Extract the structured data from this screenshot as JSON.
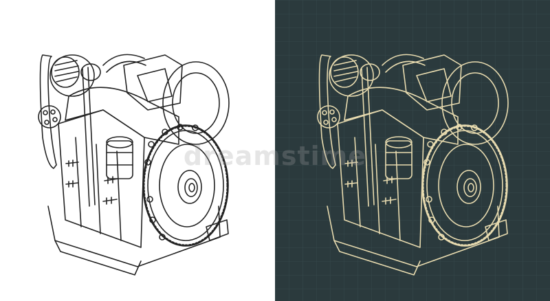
{
  "colors": {
    "left_background": "#ffffff",
    "left_stroke": "#222222",
    "right_background": "#2b3a3d",
    "right_grid": "#36484b",
    "right_stroke": "#e9dcb0"
  },
  "watermark": {
    "text": "dreamstime"
  },
  "panels": [
    {
      "style": "black-on-white"
    },
    {
      "style": "blueprint-dark"
    }
  ]
}
